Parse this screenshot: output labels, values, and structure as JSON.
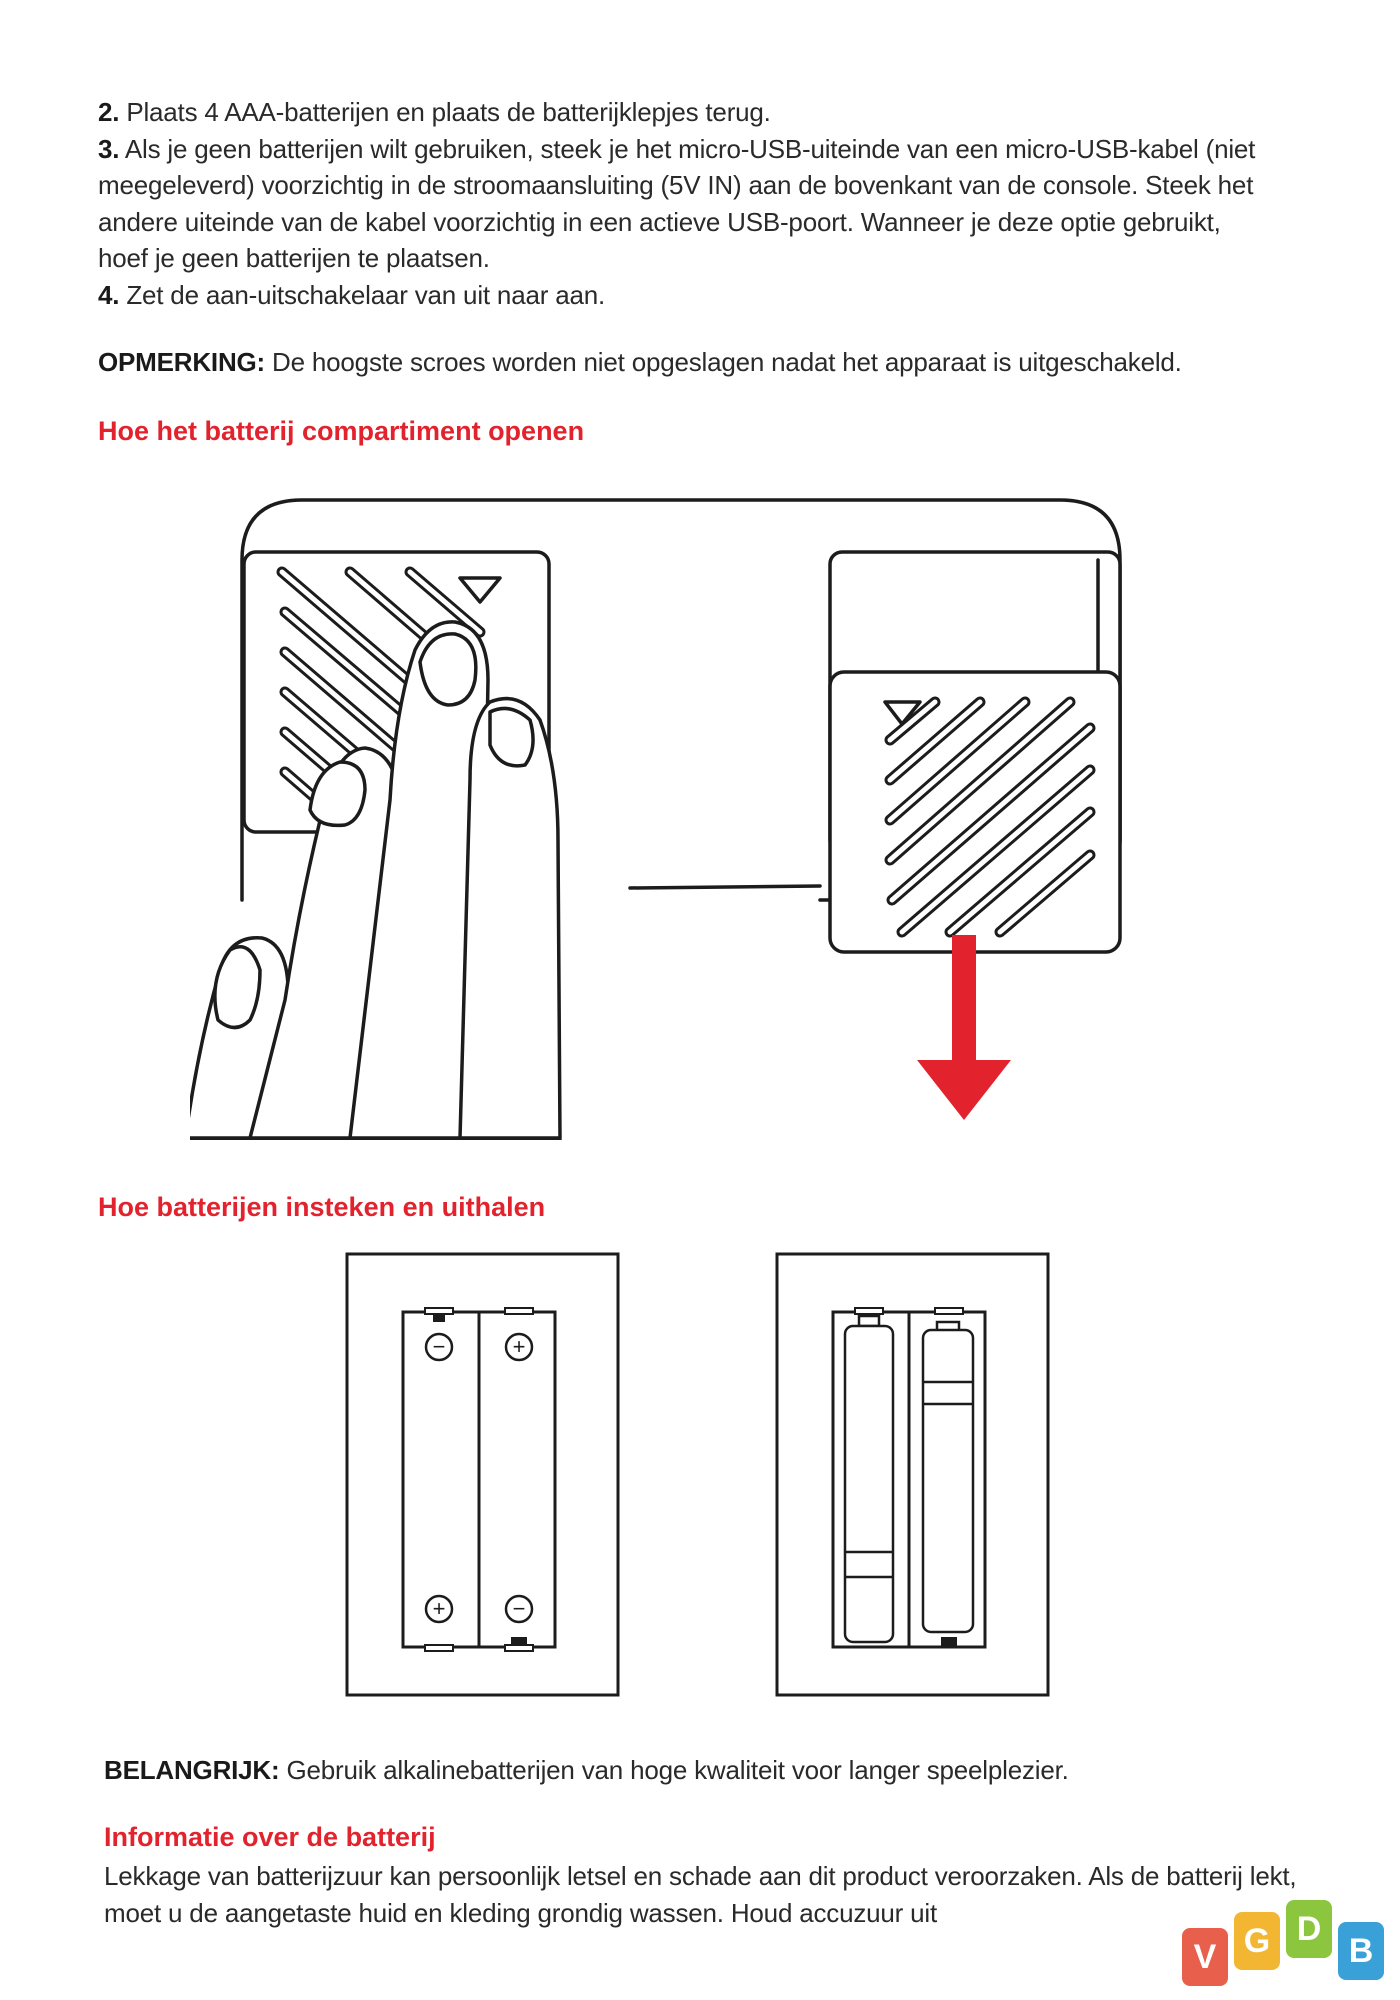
{
  "steps": {
    "step2_num": "2.",
    "step2_text": " Plaats 4 AAA-batterijen en plaats de batterijklepjes terug.",
    "step3_num": "3.",
    "step3_text": " Als je geen batterijen wilt gebruiken, steek je het micro-USB-uiteinde van een micro-USB-kabel (niet meegeleverd) voorzichtig in de stroomaansluiting (5V IN) aan de bovenkant van de console. Steek het andere uiteinde van de kabel voorzichtig in een actieve USB-poort. Wanneer je deze optie gebruikt, hoef je geen batterijen te plaatsen.",
    "step4_num": "4.",
    "step4_text": " Zet de aan-uitschakelaar van uit naar aan."
  },
  "note": {
    "label": "OPMERKING:",
    "text": " De hoogste scroes worden niet opgeslagen nadat het apparaat is uitgeschakeld."
  },
  "headings": {
    "open_compartment": "Hoe het batterij compartiment openen",
    "insert_remove": "Hoe batterijen insteken en uithalen",
    "battery_info": "Informatie over de batterij"
  },
  "important": {
    "label": "BELANGRIJK:",
    "text": " Gebruik alkalinebatterijen van hoge kwaliteit voor langer speelplezier."
  },
  "battery_info_text": "Lekkage van batterijzuur kan persoonlijk letsel en schade aan dit product veroorzaken. Als de batterij lekt, moet u de aangetaste huid en kleding grondig wassen. Houd accuzuur uit",
  "battery_symbols": {
    "minus": "−",
    "plus": "+"
  },
  "watermark": {
    "letters": [
      "V",
      "G",
      "D",
      "B"
    ],
    "colors": [
      "#e8604c",
      "#f2b632",
      "#8cc63f",
      "#3aa0d8"
    ]
  },
  "colors": {
    "accent": "#e2232e",
    "text": "#2a2a2a"
  }
}
